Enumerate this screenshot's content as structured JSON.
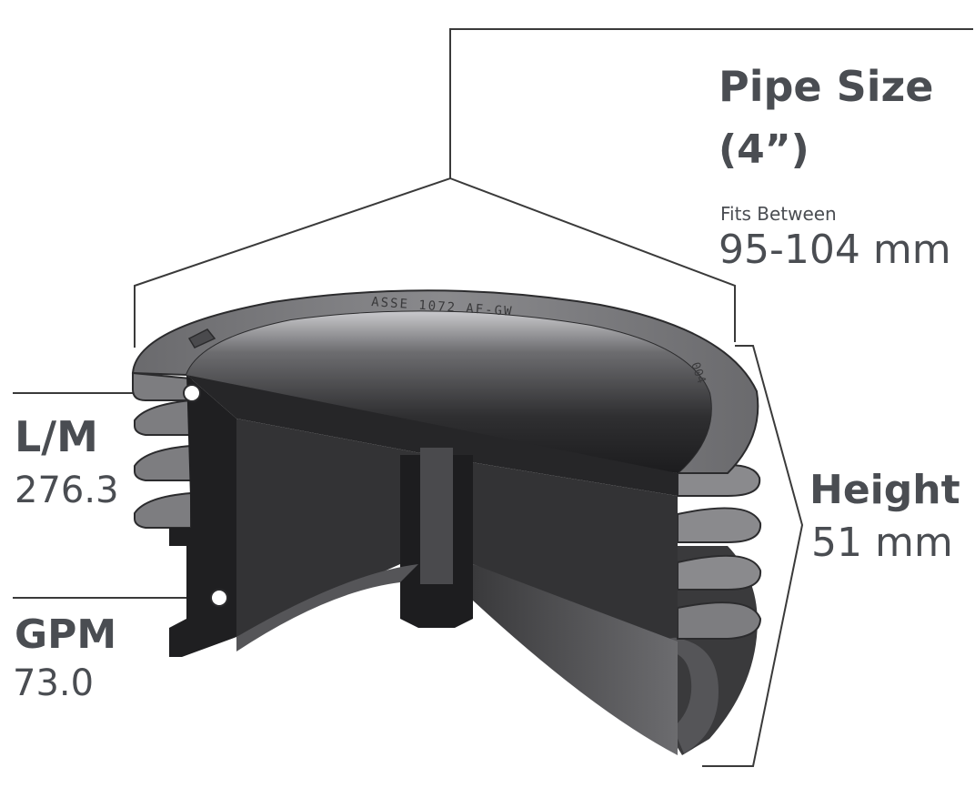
{
  "pipe_size": {
    "title": "Pipe Size",
    "value": "(4”)",
    "fits_between_label": "Fits Between",
    "fits_between_value": "95-104 mm"
  },
  "height": {
    "title": "Height",
    "value": "51 mm"
  },
  "flow_lm": {
    "title": "L/M",
    "value": "276.3"
  },
  "flow_gpm": {
    "title": "GPM",
    "value": "73.0"
  },
  "product": {
    "marking": "ASSE 1072 AF-GW",
    "side_marking": "004"
  },
  "colors": {
    "text": "#4a4d52",
    "leader_line": "#3a3a3a",
    "body_dark": "#2b2b2d",
    "body_mid": "#555558",
    "rim_light": "#7a7a7d"
  }
}
